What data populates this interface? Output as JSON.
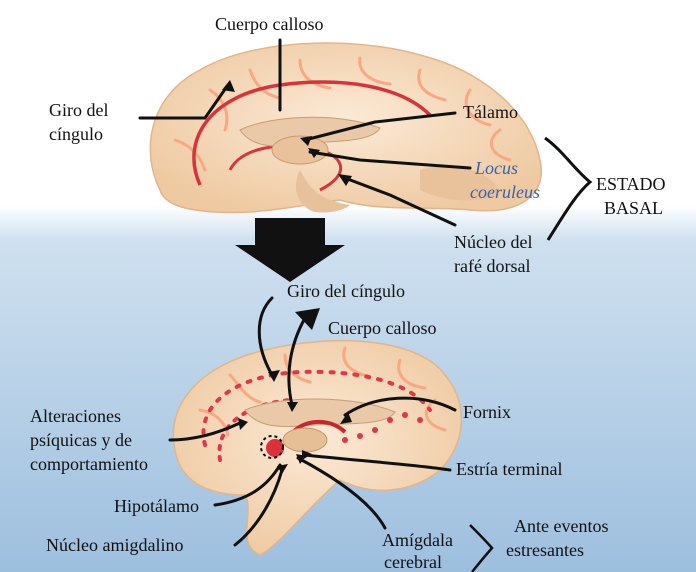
{
  "top": {
    "labels": {
      "cuerpo_calloso": "Cuerpo calloso",
      "giro_line1": "Giro del",
      "giro_line2": "cíngulo",
      "talamo": "Tálamo",
      "locus_line1": "Locus",
      "locus_line2": "coeruleus",
      "nucleo_rafe_line1": "Núcleo del",
      "nucleo_rafe_line2": "rafé dorsal",
      "estado_line1": "ESTADO",
      "estado_line2": "BASAL"
    }
  },
  "bottom": {
    "labels": {
      "giro_cingulo": "Giro del cíngulo",
      "cuerpo_calloso": "Cuerpo calloso",
      "alteraciones_line1": "Alteraciones",
      "alteraciones_line2": "psíquicas y de",
      "alteraciones_line3": "comportamiento",
      "fornix": "Fornix",
      "estria": "Estría terminal",
      "hipotalamo": "Hipotálamo",
      "nucleo_amigdalino": "Núcleo amigdalino",
      "amigdala_line1": "Amígdala",
      "amigdala_line2": "cerebral",
      "ante_line1": "Ante eventos",
      "ante_line2": "estresantes"
    }
  },
  "colors": {
    "brain_fill": "#f6dcc0",
    "vessel_red": "#d8333a",
    "background_blue": "#aac8e2",
    "ink": "#111111"
  }
}
